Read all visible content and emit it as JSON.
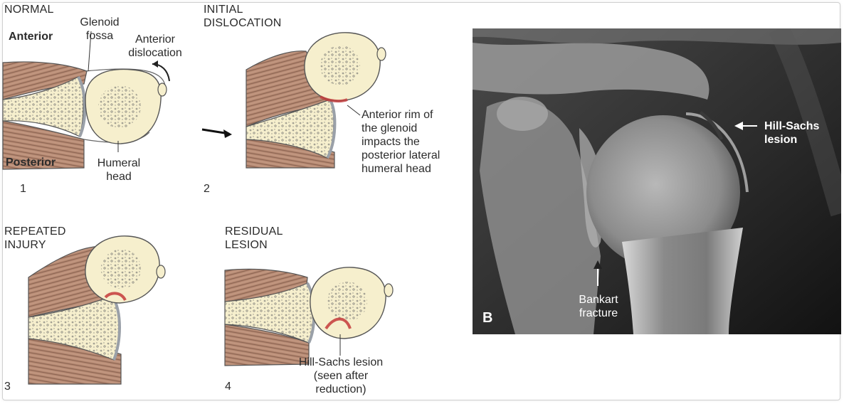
{
  "panel1": {
    "title": "NORMAL",
    "anterior": "Anterior",
    "posterior": "Posterior",
    "glenoid_line1": "Glenoid",
    "glenoid_line2": "fossa",
    "dislocation_line1": "Anterior",
    "dislocation_line2": "dislocation",
    "humeral_line1": "Humeral",
    "humeral_line2": "head",
    "number": "1"
  },
  "panel2": {
    "title_line1": "INITIAL",
    "title_line2": "DISLOCATION",
    "note_lines": [
      "Anterior rim of",
      "the glenoid",
      "impacts the",
      "posterior lateral",
      "humeral head"
    ],
    "number": "2"
  },
  "panel3": {
    "title_line1": "REPEATED",
    "title_line2": "INJURY",
    "number": "3"
  },
  "panel4": {
    "title_line1": "RESIDUAL",
    "title_line2": "LESION",
    "note_lines": [
      "Hill-Sachs lesion",
      "(seen after",
      "reduction)"
    ],
    "number": "4"
  },
  "xray": {
    "panel_letter": "B",
    "hill_sachs_line1": "Hill-Sachs",
    "hill_sachs_line2": "lesion",
    "bankart_line1": "Bankart",
    "bankart_line2": "fracture"
  },
  "colors": {
    "muscle": "#b98d76",
    "muscle_dark": "#8a6250",
    "bone": "#f6efcd",
    "bone_outline": "#555555",
    "lesion": "#c43a3a",
    "cartilage": "#9aa0a8"
  }
}
